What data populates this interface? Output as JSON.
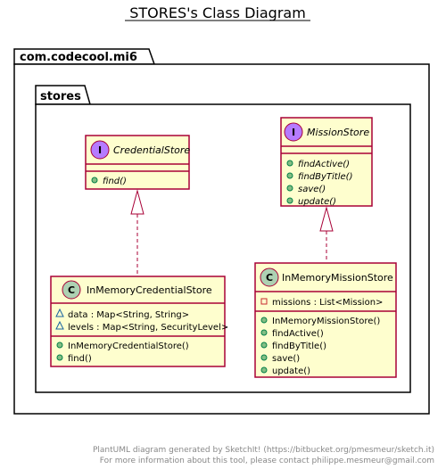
{
  "diagram": {
    "title": "STORES's Class Diagram",
    "colors": {
      "class_fill": "#FEFECE",
      "class_border": "#A80036",
      "interface_badge": "#B57BFF",
      "class_badge": "#ADD1B2",
      "relation": "#A80036",
      "package_border": "#000000",
      "footer_text": "#888888"
    }
  },
  "packages": {
    "outer": {
      "label": "com.codecool.mi6"
    },
    "inner": {
      "label": "stores"
    }
  },
  "classes": {
    "credential_store": {
      "kind": "interface",
      "badge": "I",
      "name": "CredentialStore",
      "methods": [
        "find()"
      ]
    },
    "mission_store": {
      "kind": "interface",
      "badge": "I",
      "name": "MissionStore",
      "methods": [
        "findActive()",
        "findByTitle()",
        "save()",
        "update()"
      ]
    },
    "in_memory_credential_store": {
      "kind": "class",
      "badge": "C",
      "name": "InMemoryCredentialStore",
      "fields": [
        "data : Map<String, String>",
        "levels : Map<String, SecurityLevel>"
      ],
      "methods": [
        "InMemoryCredentialStore()",
        "find()"
      ]
    },
    "in_memory_mission_store": {
      "kind": "class",
      "badge": "C",
      "name": "InMemoryMissionStore",
      "fields": [
        "missions : List<Mission>"
      ],
      "methods": [
        "InMemoryMissionStore()",
        "findActive()",
        "findByTitle()",
        "save()",
        "update()"
      ]
    }
  },
  "relations": [
    {
      "type": "realization",
      "from": "InMemoryCredentialStore",
      "to": "CredentialStore"
    },
    {
      "type": "realization",
      "from": "InMemoryMissionStore",
      "to": "MissionStore"
    }
  ],
  "footer": {
    "line1": "PlantUML diagram generated by SketchIt! (https://bitbucket.org/pmesmeur/sketch.it)",
    "line2": "For more information about this tool, please contact philippe.mesmeur@gmail.com"
  }
}
